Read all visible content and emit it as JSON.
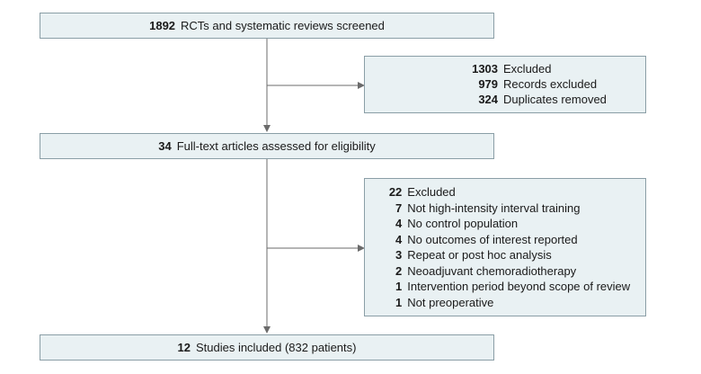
{
  "boxes": {
    "screened": {
      "count": "1892",
      "text": "RCTs and systematic reviews screened"
    },
    "excluded1": {
      "count": "1303",
      "text": "Excluded",
      "items": [
        {
          "count": "979",
          "text": "Records excluded"
        },
        {
          "count": "324",
          "text": "Duplicates removed"
        }
      ]
    },
    "fulltext": {
      "count": "34",
      "text": "Full-text articles assessed for eligibility"
    },
    "excluded2": {
      "count": "22",
      "text": "Excluded",
      "items": [
        {
          "count": "7",
          "text": "Not high-intensity interval training"
        },
        {
          "count": "4",
          "text": "No control population"
        },
        {
          "count": "4",
          "text": "No outcomes of interest reported"
        },
        {
          "count": "3",
          "text": "Repeat or post hoc analysis"
        },
        {
          "count": "2",
          "text": "Neoadjuvant chemoradiotherapy"
        },
        {
          "count": "1",
          "text": "Intervention period beyond scope of review"
        },
        {
          "count": "1",
          "text": "Not preoperative"
        }
      ]
    },
    "included": {
      "count": "12",
      "text": "Studies included (832 patients)"
    }
  },
  "colors": {
    "box_fill": "#e9f1f3",
    "box_border": "#8a9ea6",
    "arrow": "#6b6b6b"
  }
}
